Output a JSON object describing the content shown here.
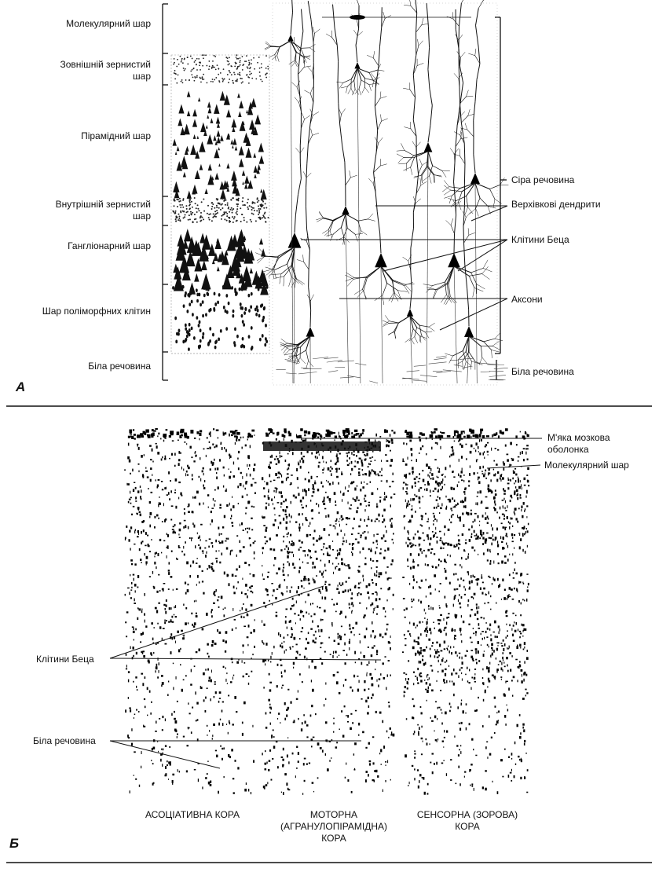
{
  "panel_a": {
    "letter": "А",
    "layers": [
      "Молекулярний шар",
      "Зовнішній зернистий шар",
      "Пірамідний шар",
      "Внутрішній зернистий шар",
      "Гангліонарний шар",
      "Шар поліморфних клітин",
      "Біла речовина"
    ],
    "callouts": [
      "Сіра речовина",
      "Верхівкові дендрити",
      "Клітини Беца",
      "Аксони",
      "Біла речовина"
    ]
  },
  "panel_b": {
    "letter": "Б",
    "labels": {
      "meninges": "М'яка мозкова оболонка",
      "molecular": "Молекулярний шар",
      "betz": "Клітини Беца",
      "white": "Біла речовина"
    },
    "columns": [
      "АСОЦІАТИВНА КОРА",
      "МОТОРНА (АГРАНУЛОПІРАМІДНА) КОРА",
      "СЕНСОРНА (ЗОРОВА) КОРА"
    ]
  }
}
